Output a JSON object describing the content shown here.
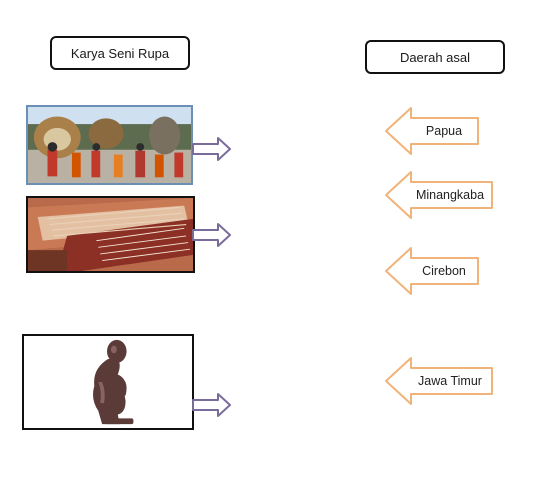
{
  "headers": {
    "left": "Karya Seni Rupa",
    "right": "Daerah asal"
  },
  "regions": [
    {
      "label": "Papua"
    },
    {
      "label": "Minangkaba"
    },
    {
      "label": "Cirebon"
    },
    {
      "label": "Jawa Timur"
    }
  ],
  "colors": {
    "label_arrow_outline": "#f0b47a",
    "connector_arrow_outline": "#7a6c9a",
    "header_border": "#111111"
  }
}
